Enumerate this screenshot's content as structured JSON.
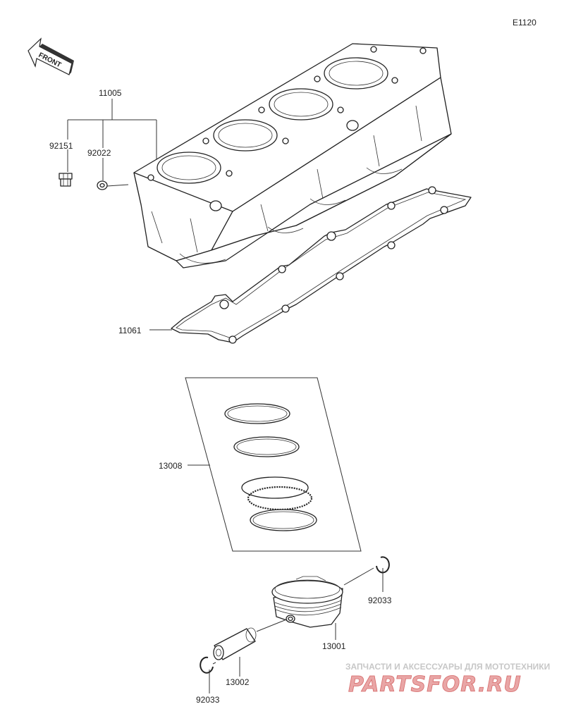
{
  "diagram_code": "E1120",
  "front_label": "FRONT",
  "parts": [
    {
      "id": "p11005",
      "number": "11005"
    },
    {
      "id": "p92151",
      "number": "92151"
    },
    {
      "id": "p92022",
      "number": "92022"
    },
    {
      "id": "p11061",
      "number": "11061"
    },
    {
      "id": "p13008",
      "number": "13008"
    },
    {
      "id": "p92033a",
      "number": "92033"
    },
    {
      "id": "p13001",
      "number": "13001"
    },
    {
      "id": "p13002",
      "number": "13002"
    },
    {
      "id": "p92033b",
      "number": "92033"
    }
  ],
  "watermark": {
    "tagline": "ЗАПЧАСТИ И АКСЕССУАРЫ ДЛЯ МОТОТЕХНИКИ",
    "logo_text": "PARTSFOR.RU"
  }
}
